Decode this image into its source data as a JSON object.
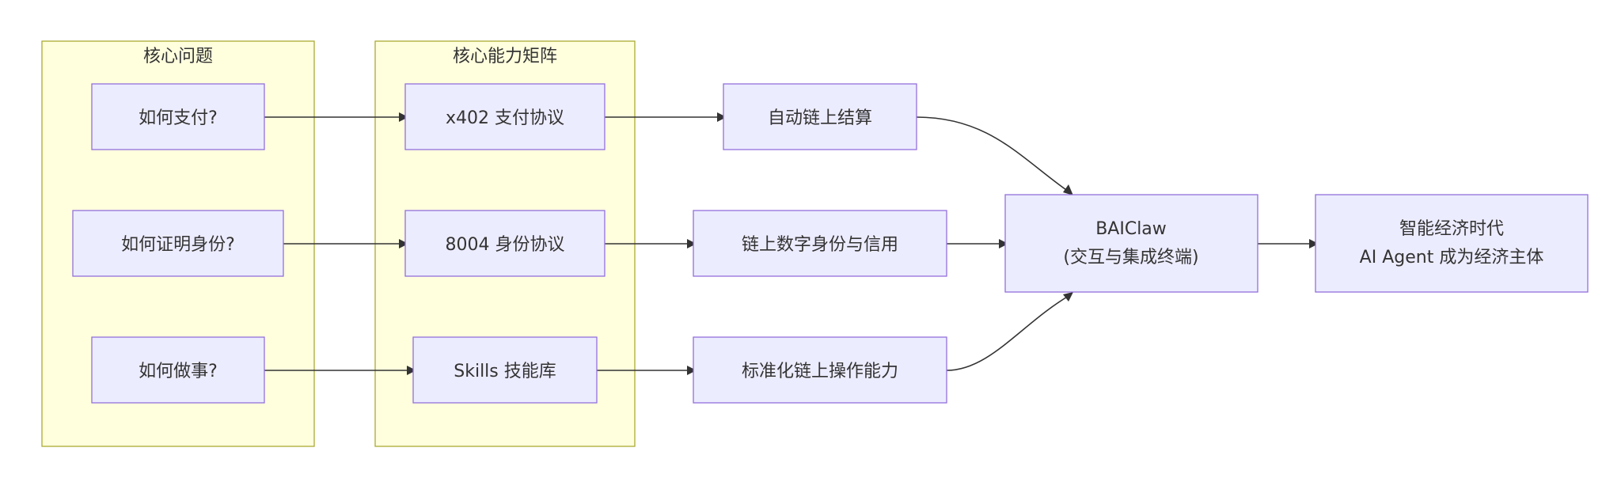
{
  "clusters": {
    "questions": {
      "title": "核心问题"
    },
    "capabilities": {
      "title": "核心能力矩阵"
    }
  },
  "nodes": {
    "q_pay": {
      "lines": [
        "如何支付?"
      ]
    },
    "q_identity": {
      "lines": [
        "如何证明身份?"
      ]
    },
    "q_act": {
      "lines": [
        "如何做事?"
      ]
    },
    "c_x402": {
      "lines": [
        "x402 支付协议"
      ]
    },
    "c_8004": {
      "lines": [
        "8004 身份协议"
      ]
    },
    "c_skills": {
      "lines": [
        "Skills 技能库"
      ]
    },
    "r_settlement": {
      "lines": [
        "自动链上结算"
      ]
    },
    "r_identity": {
      "lines": [
        "链上数字身份与信用"
      ]
    },
    "r_ops": {
      "lines": [
        "标准化链上操作能力"
      ]
    },
    "baiclaw": {
      "lines": [
        "BAIClaw",
        "(交互与集成终端)"
      ]
    },
    "era": {
      "lines": [
        "智能经济时代",
        "AI Agent 成为经济主体"
      ]
    }
  },
  "colors": {
    "cluster_fill": "#ffffde",
    "cluster_stroke": "#aaaa33",
    "node_fill": "#ececff",
    "node_stroke": "#9370db",
    "edge": "#333333",
    "text": "#333333"
  }
}
